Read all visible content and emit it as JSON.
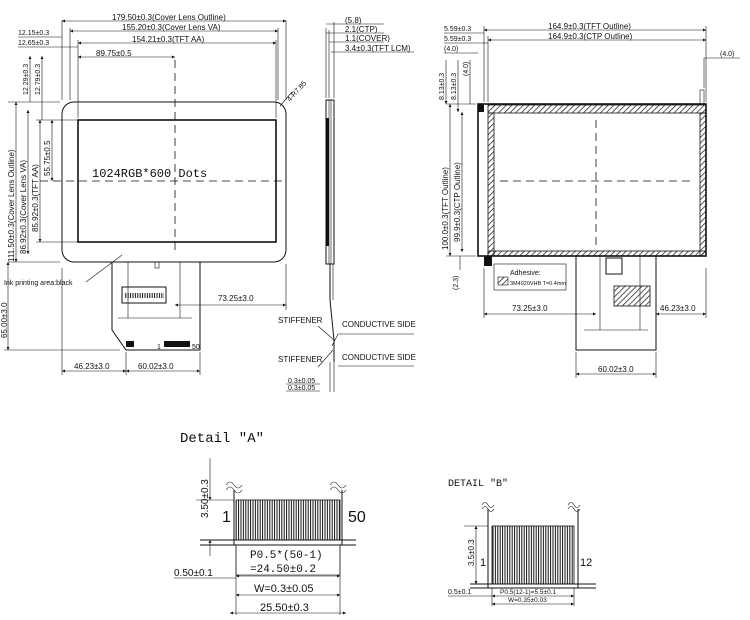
{
  "front_view": {
    "dim_cover_lens_outline_w": "179.50±0.3(Cover Lens Outline)",
    "dim_cover_lens_va_w": "155.20±0.3(Cover Lens VA)",
    "dim_tft_aa_w": "154.21±0.3(TFT AA)",
    "dim_left_offset_1": "12.15±0.3",
    "dim_left_offset_2": "12.65±0.3",
    "dim_center_x": "89.75±0.5",
    "dim_top_offset_1": "12.29±0.3",
    "dim_top_offset_2": "12.79±0.3",
    "dim_cover_lens_outline_h": "111.50±0.3(Cover Lens Outline)",
    "dim_cover_lens_va_h": "86.92±0.3(Cover Lens VA)",
    "dim_tft_aa_h": "85.92±0.3(TFT AA)",
    "dim_center_y": "55.75±0.5",
    "dim_fpc_length": "65.00±3.0",
    "corner_radius": "4-R7.85",
    "resolution_label": "1024RGB*600 Dots",
    "ink_note": "Ink printing area:black",
    "dim_fpc_right": "73.25±3.0",
    "dim_fpc_left": "46.23±3.0",
    "dim_fpc_width": "60.02±3.0",
    "pin_1": "1",
    "pin_50": "50"
  },
  "side_view": {
    "dim_total": "(5.8)",
    "dim_ctp": "2.1(CTP)",
    "dim_cover": "1.1(COVER)",
    "dim_tft_lcm": "3.4±0.3(TFT LCM)",
    "stiffener_1": "STIFFENER",
    "conductive_1": "CONDUCTIVE SIDE",
    "stiffener_2": "STIFFENER",
    "conductive_2": "CONDUCTIVE SIDE",
    "dim_thk_1": "0.3±0.05",
    "dim_thk_2": "0.3±0.05"
  },
  "rear_view": {
    "dim_left_1": "5.59±0.3",
    "dim_left_2": "5.59±0.3",
    "dim_4_0_a": "(4.0)",
    "dim_4_0_b": "(4.0)",
    "dim_4_0_right": "(4.0)",
    "dim_tft_outline_w": "164.9±0.3(TFT Outline)",
    "dim_ctp_outline_w": "164.9±0.3(CTP Outline)",
    "dim_top_1": "8.13±0.3",
    "dim_top_2": "8.13±0.3",
    "dim_tft_outline_h": "100.0±0.3(TFT Outline)",
    "dim_ctp_outline_h": "99.9±0.3(CTP Outline)",
    "dim_2_3": "(2.3)",
    "adhesive_title": "Adhesive:",
    "adhesive_spec": "3M4920VHB T=0.4mm",
    "dim_fpc_left": "73.25±3.0",
    "dim_fpc_right": "46.23±3.0",
    "dim_fpc_width": "60.02±3.0"
  },
  "detail_a": {
    "title": "Detail \"A\"",
    "pin_first": "1",
    "pin_last": "50",
    "dim_height": "3.50±0.3",
    "pitch_1": "P0.5*(50-1)",
    "pitch_2": "=24.50±0.2",
    "width": "W=0.3±0.05",
    "total": "25.50±0.3",
    "edge": "0.50±0.1"
  },
  "detail_b": {
    "title": "DETAIL \"B\"",
    "pin_first": "1",
    "pin_last": "12",
    "dim_height": "3.5±0.3",
    "edge": "0.5±0.1",
    "pitch": "P0.5(12-1)=5.5±0.1",
    "width": "W=0.35±0.03"
  }
}
